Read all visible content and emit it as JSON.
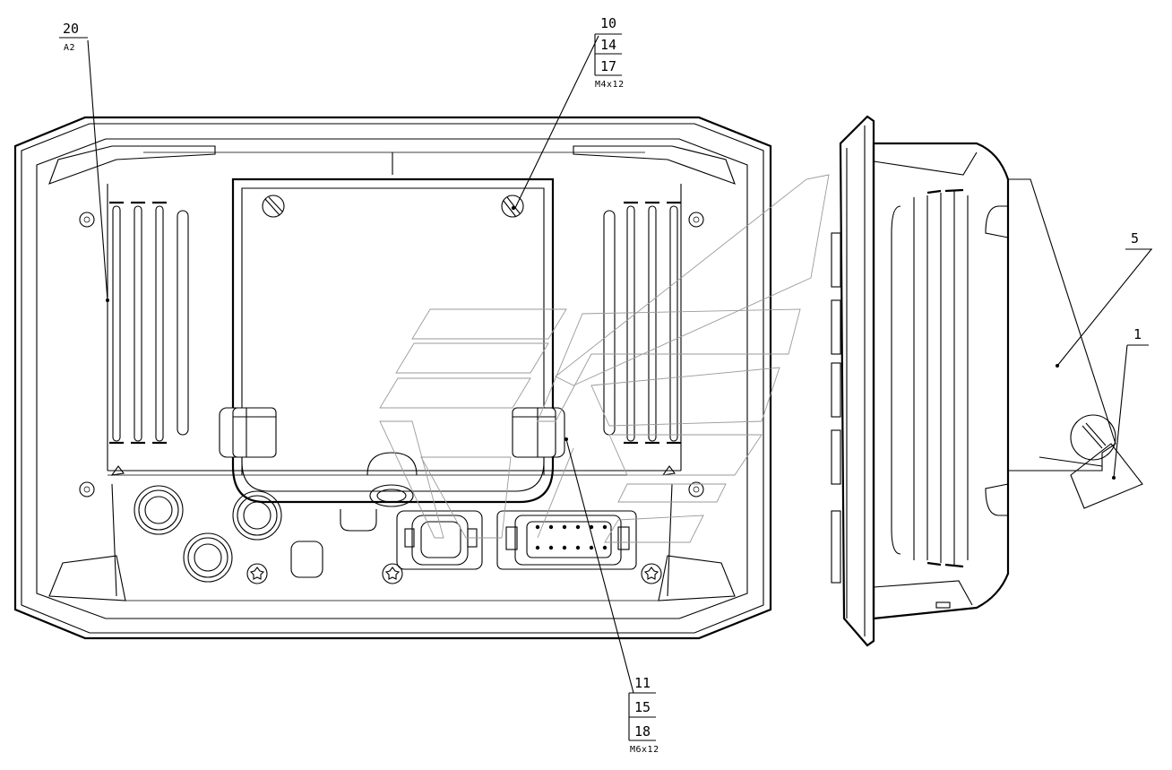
{
  "callouts": {
    "c20": {
      "number": "20",
      "sub": "A2"
    },
    "c10": {
      "numbers": [
        "10",
        "14",
        "17"
      ],
      "sub": "M4x12"
    },
    "c11": {
      "numbers": [
        "11",
        "15",
        "18"
      ],
      "sub": "M6x12"
    },
    "c5": {
      "number": "5"
    },
    "c1": {
      "number": "1"
    }
  }
}
